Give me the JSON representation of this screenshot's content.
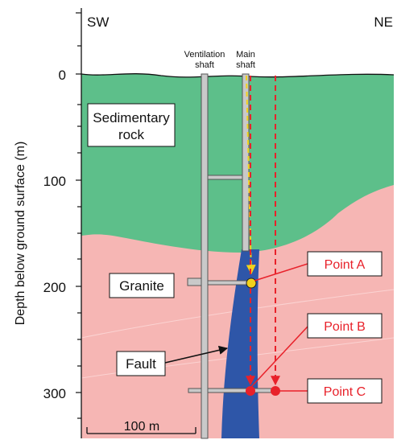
{
  "orientation": {
    "left": "SW",
    "right": "NE"
  },
  "y_axis": {
    "label": "Depth below ground surface (m)",
    "ticks": [
      "0",
      "100",
      "200",
      "300"
    ]
  },
  "layers": {
    "sedimentary": {
      "label_line1": "Sedimentary",
      "label_line2": "rock",
      "color": "#5dbf8a"
    },
    "granite": {
      "label": "Granite",
      "color": "#f6b6b4"
    },
    "fault": {
      "label": "Fault",
      "color": "#2e56a8"
    }
  },
  "shafts": {
    "ventilation": {
      "line1": "Ventilation",
      "line2": "shaft"
    },
    "main": {
      "line1": "Main",
      "line2": "shaft"
    }
  },
  "points": {
    "a": {
      "label": "Point A"
    },
    "b": {
      "label": "Point B"
    },
    "c": {
      "label": "Point C"
    }
  },
  "scale_bar": {
    "label": "100 m"
  },
  "colors": {
    "point": "#e8212a",
    "path_yellow": "#f2d21b"
  }
}
